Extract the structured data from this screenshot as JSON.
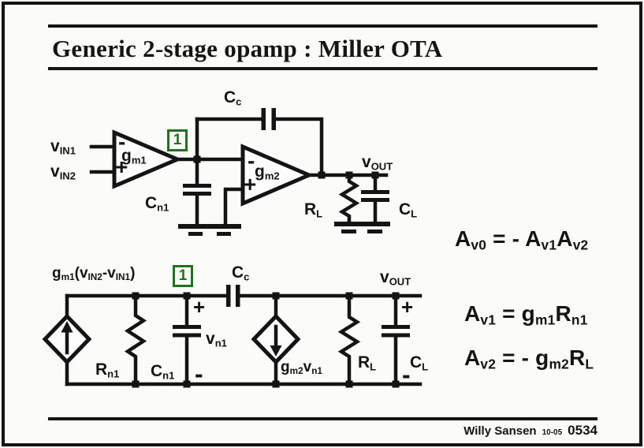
{
  "colors": {
    "ink": "#141414",
    "green": "#1d741d",
    "paper": "#fbfbfa"
  },
  "header": {
    "title": "Generic 2-stage opamp : Miller OTA"
  },
  "footer": {
    "author": "Willy Sansen",
    "date": "10-05",
    "slide_number": "0534"
  },
  "schematic": {
    "node_badge": "1",
    "labels": {
      "vin1": [
        {
          "t": "v"
        },
        {
          "s": "IN1"
        }
      ],
      "vin2": [
        {
          "t": "v"
        },
        {
          "s": "IN2"
        }
      ],
      "opamp1_minus": "-",
      "opamp1_plus": "+",
      "gm1": [
        {
          "t": "g"
        },
        {
          "s": "m1"
        }
      ],
      "opamp2_minus": "-",
      "opamp2_plus": "+",
      "gm2": [
        {
          "t": "g"
        },
        {
          "s": "m2"
        }
      ],
      "cc": [
        {
          "t": "C"
        },
        {
          "s": "c"
        }
      ],
      "cn1": [
        {
          "t": "C"
        },
        {
          "s": "n1"
        }
      ],
      "vout": [
        {
          "t": "v"
        },
        {
          "s": "OUT"
        }
      ],
      "rl": [
        {
          "t": "R"
        },
        {
          "s": "L"
        }
      ],
      "cl": [
        {
          "t": "C"
        },
        {
          "s": "L"
        }
      ]
    }
  },
  "small_signal": {
    "node_badge": "1",
    "labels": {
      "source1": [
        {
          "t": "g"
        },
        {
          "s": "m1"
        },
        {
          "t": "(v"
        },
        {
          "s": "IN2"
        },
        {
          "t": "-v"
        },
        {
          "s": "IN1"
        },
        {
          "t": ")"
        }
      ],
      "cc": [
        {
          "t": "C"
        },
        {
          "s": "c"
        }
      ],
      "vout": [
        {
          "t": "v"
        },
        {
          "s": "OUT"
        }
      ],
      "vn1_plus": "+",
      "vn1": [
        {
          "t": "v"
        },
        {
          "s": "n1"
        }
      ],
      "vn1_minus": "-",
      "rn1": [
        {
          "t": "R"
        },
        {
          "s": "n1"
        }
      ],
      "cn1": [
        {
          "t": "C"
        },
        {
          "s": "n1"
        }
      ],
      "source2": [
        {
          "t": "g"
        },
        {
          "s": "m2"
        },
        {
          "t": "v"
        },
        {
          "s": "n1"
        }
      ],
      "rl": [
        {
          "t": "R"
        },
        {
          "s": "L"
        }
      ],
      "cl": [
        {
          "t": "C"
        },
        {
          "s": "L"
        }
      ],
      "cl_plus": "+",
      "cl_minus": "-"
    }
  },
  "equations": {
    "total_gain": [
      {
        "t": "A"
      },
      {
        "s": "v0"
      },
      {
        "t": " = - A"
      },
      {
        "s": "v1"
      },
      {
        "t": "A"
      },
      {
        "s": "v2"
      }
    ],
    "stage1_gain": [
      {
        "t": "A"
      },
      {
        "s": "v1"
      },
      {
        "t": " = g"
      },
      {
        "s": "m1"
      },
      {
        "t": "R"
      },
      {
        "s": "n1"
      }
    ],
    "stage2_gain": [
      {
        "t": "A"
      },
      {
        "s": "v2"
      },
      {
        "t": " = - g"
      },
      {
        "s": "m2"
      },
      {
        "t": "R"
      },
      {
        "s": "L"
      }
    ]
  }
}
